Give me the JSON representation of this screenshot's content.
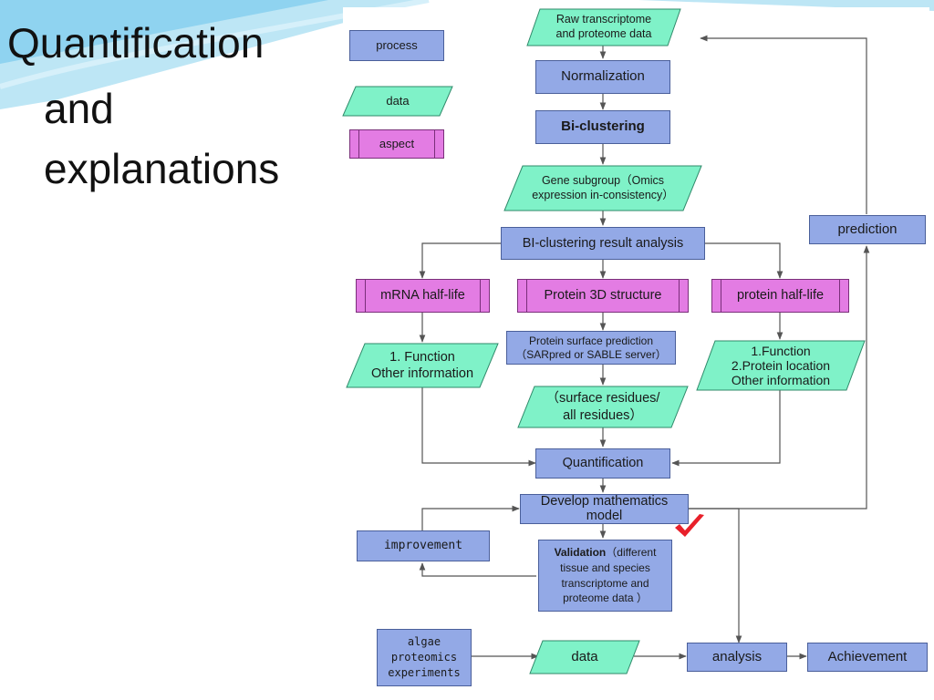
{
  "slide": {
    "title_lines": [
      "Quantification",
      "and",
      "explanations"
    ]
  },
  "legend": {
    "process": "process",
    "data": "data",
    "aspect": "aspect"
  },
  "flow": {
    "raw_data_line1": "Raw transcriptome",
    "raw_data_line2": "and proteome data",
    "normalization": "Normalization",
    "biclustering": "Bi-clustering",
    "gene_subgroup_line1": "Gene subgroup（Omics",
    "gene_subgroup_line2": "expression in-consistency）",
    "biclustering_analysis": "BI-clustering result analysis",
    "mrna_halflife": "mRNA half-life",
    "protein_3d": "Protein 3D structure",
    "protein_halflife": "protein half-life",
    "left_data_line1": "1. Function",
    "left_data_line2": "Other information",
    "surface_pred_line1": "Protein surface prediction",
    "surface_pred_line2": "（SARpred or SABLE server）",
    "surface_residues_line1": "（surface residues/",
    "surface_residues_line2": "all residues）",
    "right_data_line1": "1.Function",
    "right_data_line2": "2.Protein location",
    "right_data_line3": "Other information",
    "quantification": "Quantification",
    "develop_model_line1": "Develop mathematics",
    "develop_model_line2": "model",
    "prediction": "prediction",
    "improvement": "improvement",
    "validation_bold": "Validation",
    "validation_line1": "（different",
    "validation_line2": "tissue and species",
    "validation_line3": "transcriptome and",
    "validation_line4": "proteome data ）",
    "algae_line1": "algae",
    "algae_line2": "proteomics",
    "algae_line3": "experiments",
    "data_bottom": "data",
    "analysis": "analysis",
    "achievement": "Achievement"
  },
  "colors": {
    "process_fill": "#93a9e6",
    "data_fill": "#7ff2c8",
    "aspect_fill": "#e37ce3",
    "checkmark": "#e8202a",
    "slide_accent": "#8fd3f0"
  },
  "icons": {
    "validated": "checkmark-icon"
  }
}
